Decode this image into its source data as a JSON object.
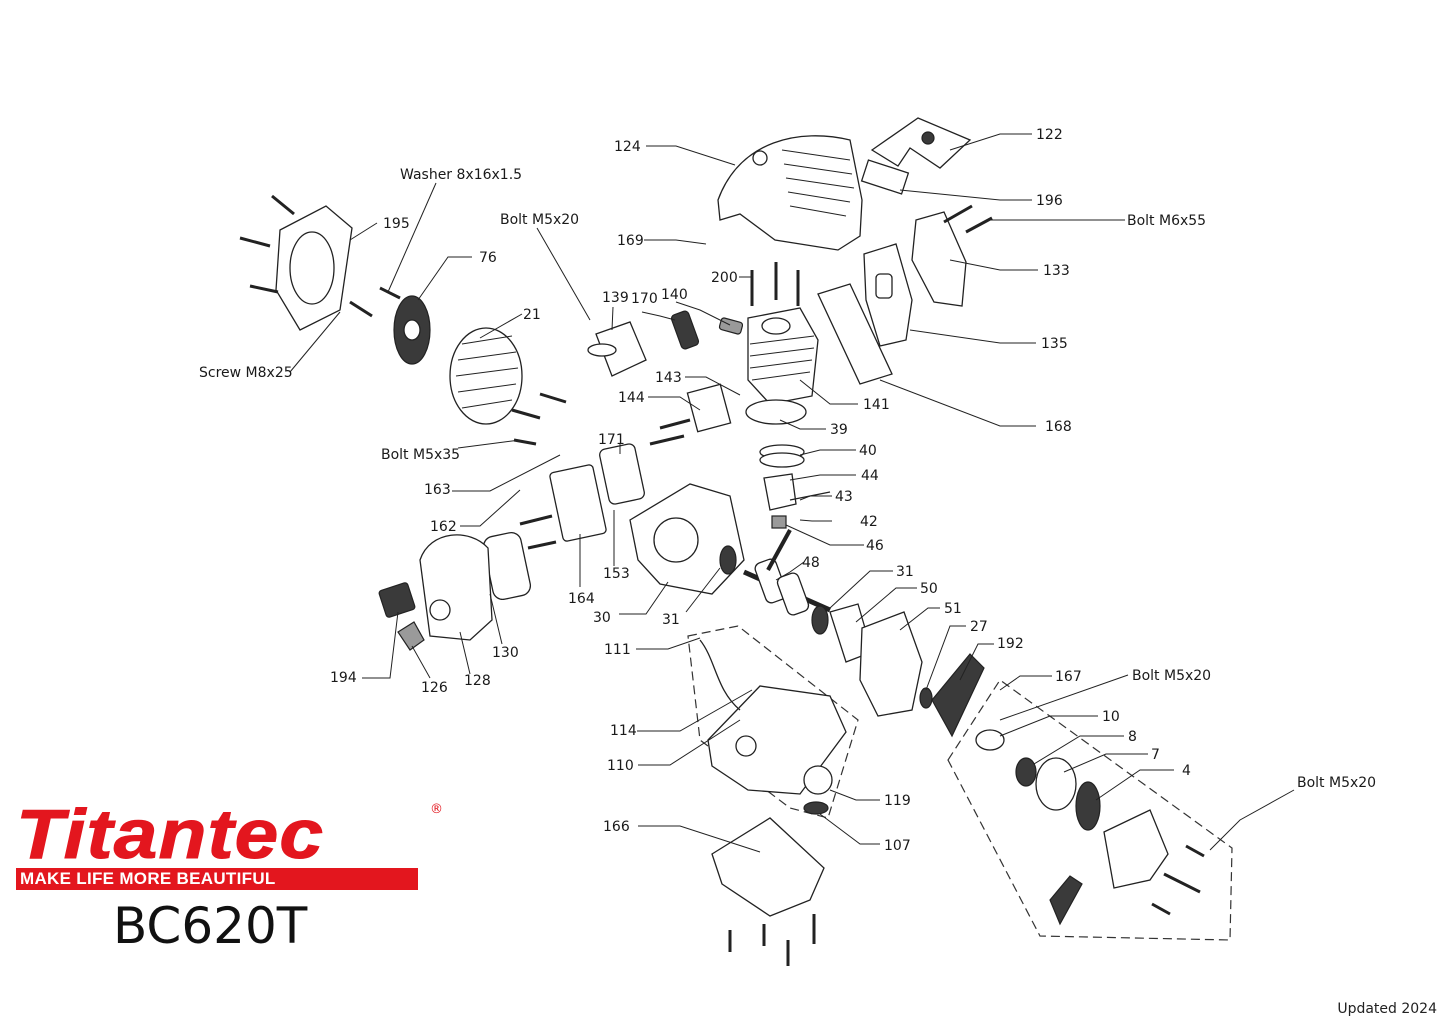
{
  "brand": {
    "name": "Titantec",
    "registered_mark": "®",
    "tagline": "MAKE LIFE MORE BEAUTIFUL",
    "color": "#e3161e"
  },
  "model": "BC620T",
  "updated": "Updated 2024",
  "callouts": [
    "124",
    "122",
    "196",
    "Bolt M6x55",
    "133",
    "135",
    "168",
    "141",
    "39",
    "40",
    "44",
    "43",
    "42",
    "46",
    "169",
    "200",
    "140",
    "170",
    "139",
    "143",
    "144",
    "171",
    "Washer 8x16x1.5",
    "Bolt M5x20",
    "195",
    "76",
    "21",
    "Screw M8x25",
    "Bolt M5x35",
    "163",
    "162",
    "164",
    "153",
    "30",
    "31",
    "48",
    "31",
    "50",
    "51",
    "27",
    "192",
    "194",
    "126",
    "128",
    "130",
    "111",
    "114",
    "110",
    "119",
    "107",
    "166",
    "167",
    "Bolt M5x20",
    "10",
    "8",
    "7",
    "4",
    "Bolt M5x20"
  ]
}
